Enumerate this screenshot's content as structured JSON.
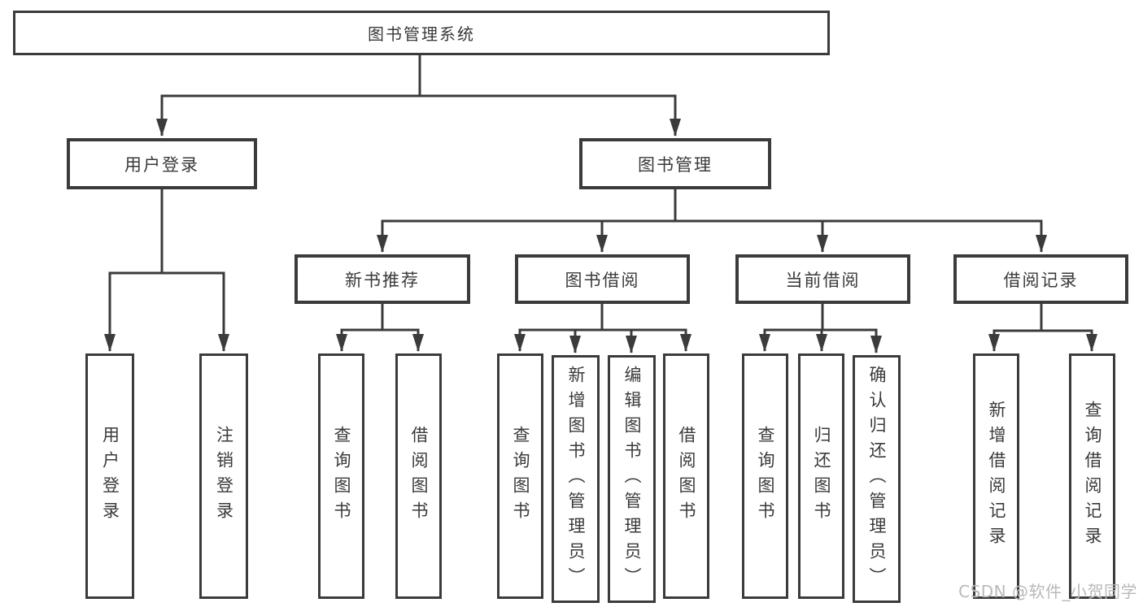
{
  "tree": {
    "root": {
      "label": "图书管理系统",
      "children": [
        {
          "label": "用户登录",
          "children": [
            {
              "label": "用户登录"
            },
            {
              "label": "注销登录"
            }
          ]
        },
        {
          "label": "图书管理",
          "children": [
            {
              "label": "新书推荐",
              "children": [
                {
                  "label": "查询图书"
                },
                {
                  "label": "借阅图书"
                }
              ]
            },
            {
              "label": "图书借阅",
              "children": [
                {
                  "label": "查询图书"
                },
                {
                  "label": "新增图书（管理员）"
                },
                {
                  "label": "编辑图书（管理员）"
                },
                {
                  "label": "借阅图书"
                }
              ]
            },
            {
              "label": "当前借阅",
              "children": [
                {
                  "label": "查询图书"
                },
                {
                  "label": "归还图书"
                },
                {
                  "label": "确认归还（管理员）"
                }
              ]
            },
            {
              "label": "借阅记录",
              "children": [
                {
                  "label": "新增借阅记录"
                },
                {
                  "label": "查询借阅记录"
                }
              ]
            }
          ]
        }
      ]
    }
  },
  "watermark": {
    "text": "CSDN @软件_小贺同学"
  },
  "colors": {
    "line": "#3b3b3b",
    "box_border": "#3b3b3b",
    "text": "#3a3a3a",
    "watermark": "#b9b9b9",
    "background": "#ffffff"
  }
}
